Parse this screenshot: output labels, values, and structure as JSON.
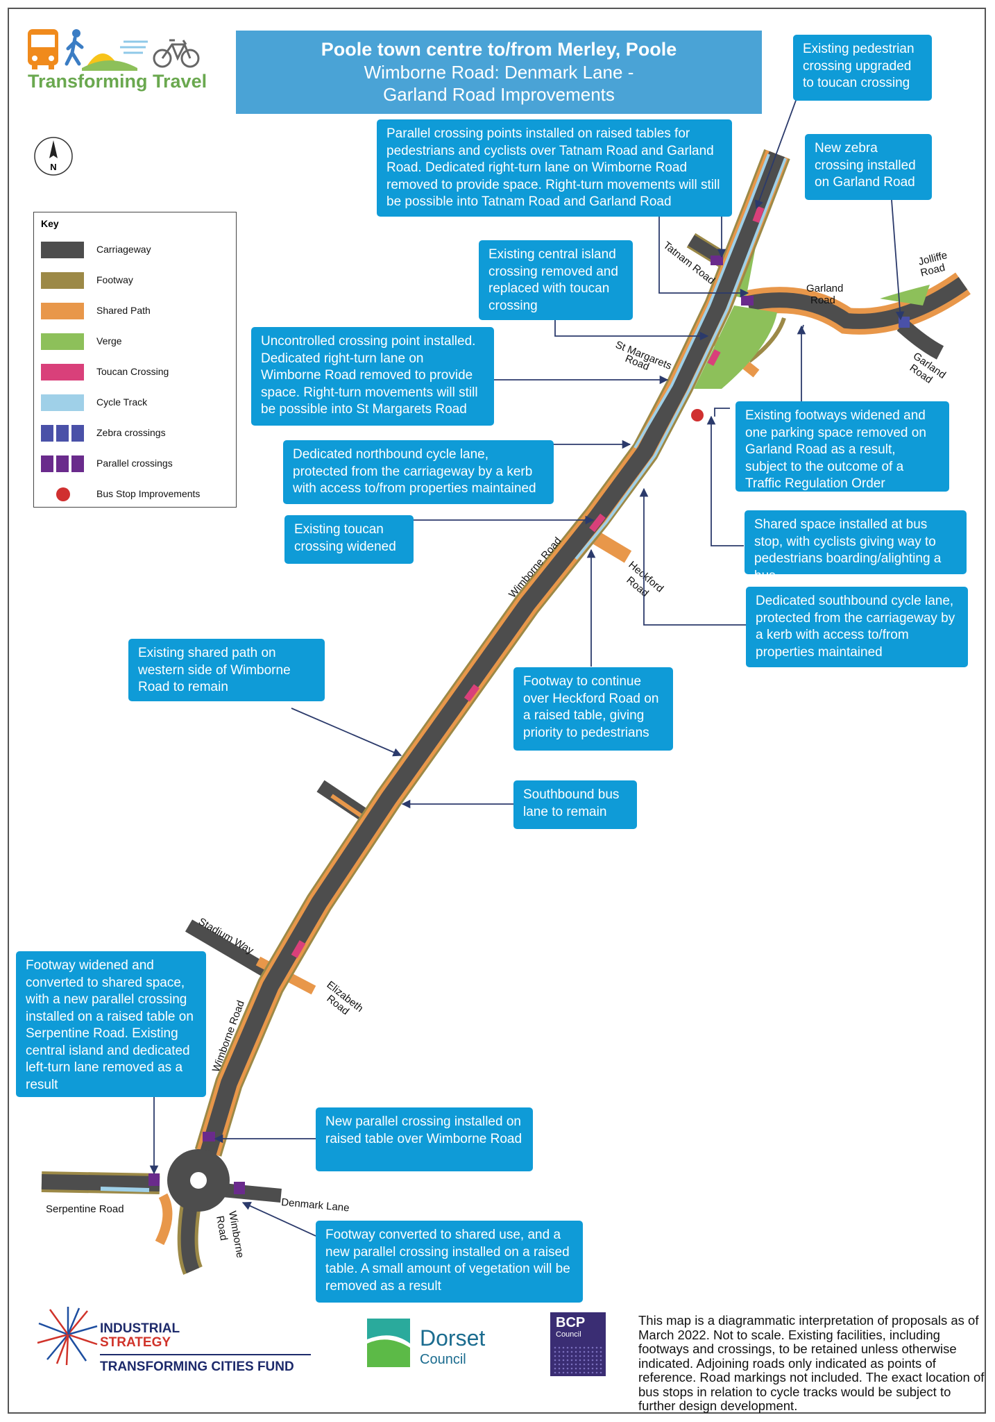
{
  "title": {
    "line1": "Poole town centre to/from Merley, Poole",
    "line2": "Wimborne Road: Denmark Lane -",
    "line3": "Garland Road Improvements"
  },
  "logo": {
    "text": "Transforming Travel",
    "icons": [
      "bus-icon",
      "walker-icon",
      "sun-icon",
      "bicycle-icon"
    ]
  },
  "north_arrow": {
    "letter": "N"
  },
  "key": {
    "title": "Key",
    "items": [
      {
        "label": "Carriageway",
        "color": "#4d4d4d"
      },
      {
        "label": "Footway",
        "color": "#9c8947"
      },
      {
        "label": "Shared Path",
        "color": "#e8974a"
      },
      {
        "label": "Verge",
        "color": "#8dc05a"
      },
      {
        "label": "Toucan Crossing",
        "color": "#d9407a"
      },
      {
        "label": "Cycle Track",
        "color": "#9fd0e8"
      },
      {
        "label": "Zebra crossings",
        "color": "#4a51a8"
      },
      {
        "label": "Parallel crossings",
        "color": "#6a2b8c"
      },
      {
        "label": "Bus Stop Improvements",
        "color": "#d03030"
      }
    ]
  },
  "road_labels": {
    "tatnam": "Tatnam Road",
    "garland1": "Garland",
    "garland1b": "Road",
    "jolliffe": "Jolliffe",
    "jolliffe_b": "Road",
    "garland2": "Garland",
    "garland2b": "Road",
    "stmargarets": "St Margarets",
    "stmargarets_b": "Road",
    "heckford": "Heckford",
    "heckford_b": "Road",
    "wimborne1": "Wimborne Road",
    "wimborne2": "Wimborne Road",
    "wimborne3": "Wimborne",
    "wimborne3b": "Road",
    "stadium": "Stadium Way",
    "elizabeth": "Elizabeth",
    "elizabeth_b": "Road",
    "serpentine": "Serpentine Road",
    "denmark": "Denmark Lane"
  },
  "callouts": {
    "toucan_upgrade": "Existing pedestrian crossing upgraded to toucan crossing",
    "parallel_tatnam": "Parallel crossing points installed on raised tables for pedestrians and cyclists over Tatnam Road and Garland Road. Dedicated right-turn lane on Wimborne Road removed to provide space. Right-turn movements will still be possible into Tatnam Road and Garland Road",
    "zebra_garland": "New zebra crossing installed on Garland Road",
    "central_island": "Existing central island crossing removed and replaced with toucan crossing",
    "uncontrolled": "Uncontrolled crossing point installed. Dedicated right-turn lane on Wimborne Road removed to provide space. Right-turn movements will still be possible into St Margarets Road",
    "footways_widened": "Existing footways widened and one parking space removed on Garland Road as a result, subject to the outcome of a Traffic Regulation Order",
    "northbound": "Dedicated northbound cycle lane, protected from the carriageway by a kerb with access to/from properties maintained",
    "toucan_widened": "Existing toucan crossing widened",
    "shared_space_bus": "Shared space installed at bus stop, with cyclists giving way to pedestrians boarding/alighting a bus",
    "southbound": "Dedicated southbound cycle lane, protected from the carriageway by a kerb with access to/from properties maintained",
    "shared_path_west": "Existing shared path on western side of Wimborne Road to remain",
    "heckford_footway": "Footway to continue over Heckford Road on a raised table, giving priority to pedestrians",
    "bus_lane": "Southbound bus lane to remain",
    "serpentine": "Footway widened and converted to shared space, with a new parallel crossing installed on a raised table on Serpentine Road. Existing central island and dedicated left-turn lane removed as a result",
    "parallel_wimborne": "New parallel crossing installed on raised table over Wimborne Road",
    "shared_use": "Footway converted to shared use, and a new parallel crossing installed on a raised table. A small amount of vegetation will be removed as a result"
  },
  "footer": {
    "industrial_line1": "INDUSTRIAL",
    "industrial_line2": "STRATEGY",
    "tcf": "TRANSFORMING CITIES FUND",
    "dorset_line1": "Dorset",
    "dorset_line2": "Council",
    "bcp_line1": "BCP",
    "bcp_line2": "Council",
    "note": "This map is a diagrammatic interpretation of proposals as of March 2022. Not to scale. Existing facilities, including footways and crossings, to be retained unless otherwise indicated. Adjoining roads only indicated as points of reference. Road markings not included. The exact location of bus stops in relation to cycle tracks would be subject to further design development."
  }
}
